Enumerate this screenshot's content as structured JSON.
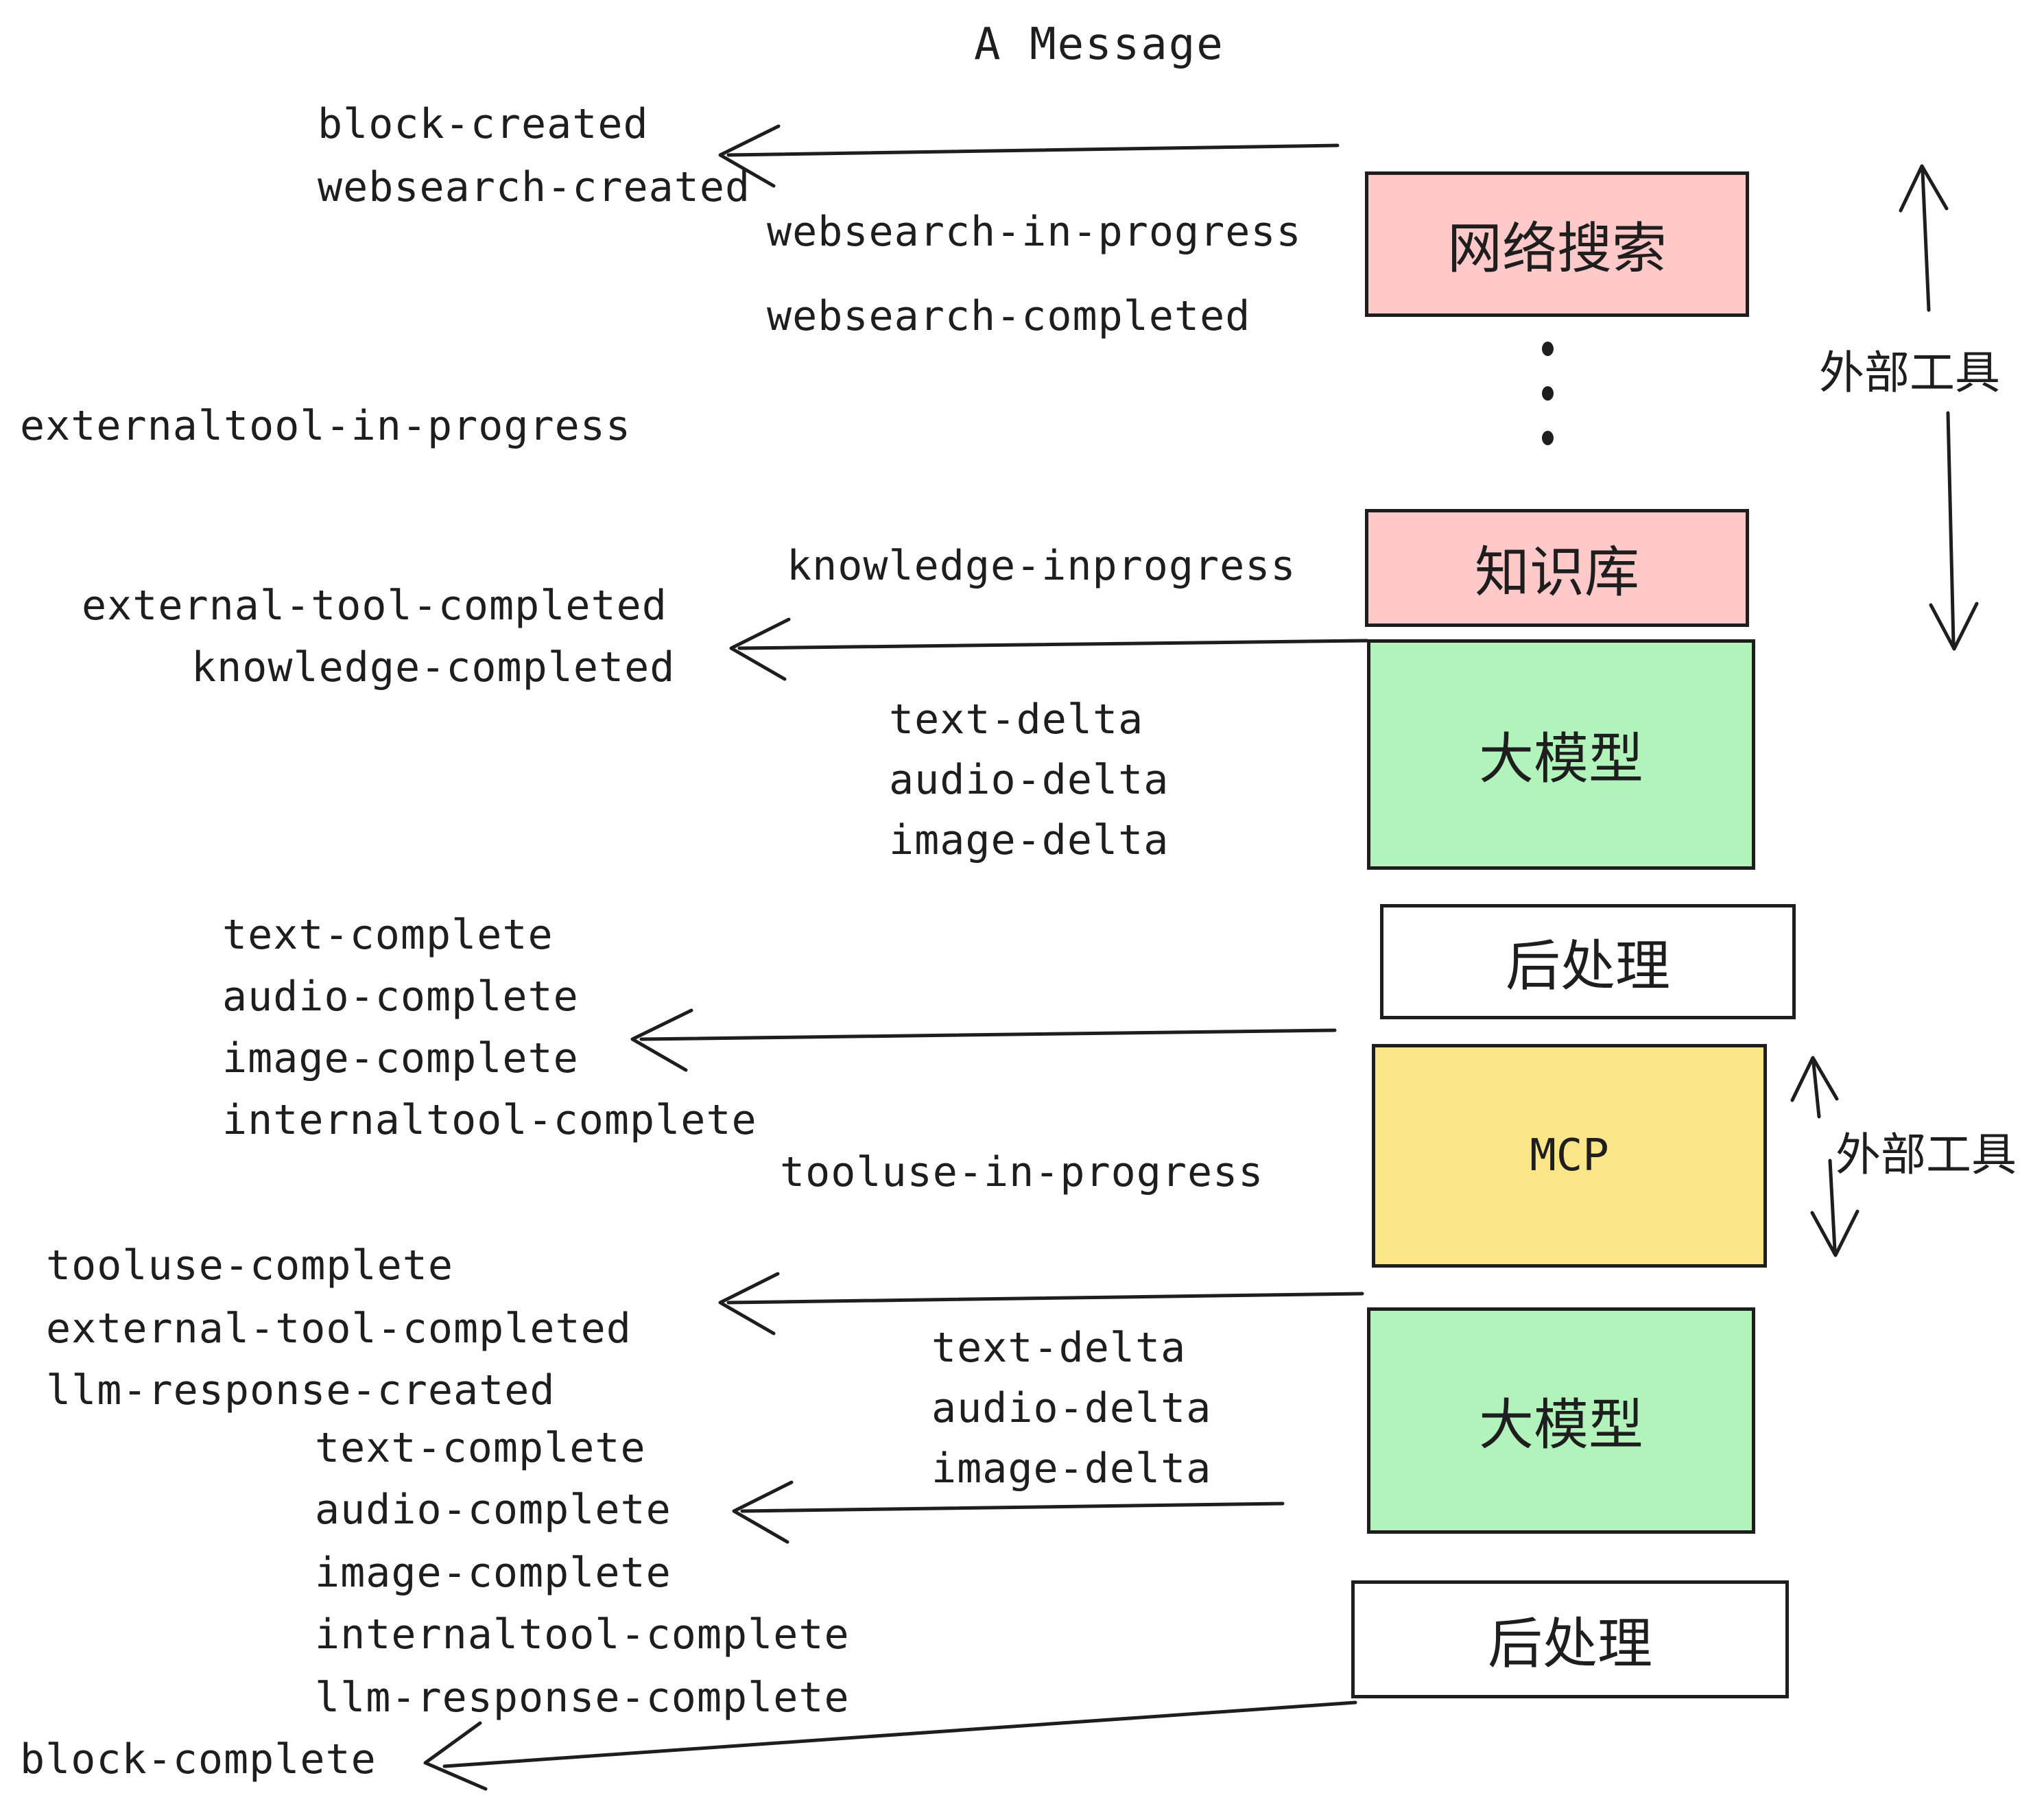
{
  "title": "A Message",
  "colors": {
    "ink": "#1e1e1e",
    "pink": "#ffc9c9",
    "green": "#b2f2bb",
    "yellow": "#fae588",
    "paper": "#ffffff"
  },
  "labels": {
    "block_created": "block-created",
    "websearch_created": "websearch-created",
    "websearch_in_progress": "websearch-in-progress",
    "websearch_completed": "websearch-completed",
    "externaltool_in_progress": "externaltool-in-progress",
    "knowledge_inprogress": "knowledge-inprogress",
    "external_tool_completed_1": "external-tool-completed",
    "knowledge_completed": "knowledge-completed",
    "text_delta_1": "text-delta",
    "audio_delta_1": "audio-delta",
    "image_delta_1": "image-delta",
    "text_complete_1": "text-complete",
    "audio_complete_1": "audio-complete",
    "image_complete_1": "image-complete",
    "internaltool_complete_1": "internaltool-complete",
    "tooluse_in_progress": "tooluse-in-progress",
    "tooluse_complete": "tooluse-complete",
    "external_tool_completed_2": "external-tool-completed",
    "llm_response_created": "llm-response-created",
    "text_complete_2": "text-complete",
    "audio_complete_2": "audio-complete",
    "image_complete_2": "image-complete",
    "internaltool_complete_2": "internaltool-complete",
    "llm_response_complete": "llm-response-complete",
    "block_complete": "block-complete",
    "text_delta_2": "text-delta",
    "audio_delta_2": "audio-delta",
    "image_delta_2": "image-delta"
  },
  "boxes": {
    "websearch": "网络搜索",
    "knowledge": "知识库",
    "llm1": "大模型",
    "post1": "后处理",
    "mcp": "MCP",
    "llm2": "大模型",
    "post2": "后处理"
  },
  "side": {
    "external_tools_top": "外部工具",
    "external_tools_mid": "外部工具"
  },
  "ellipsis": [
    "•",
    "•",
    "•"
  ]
}
